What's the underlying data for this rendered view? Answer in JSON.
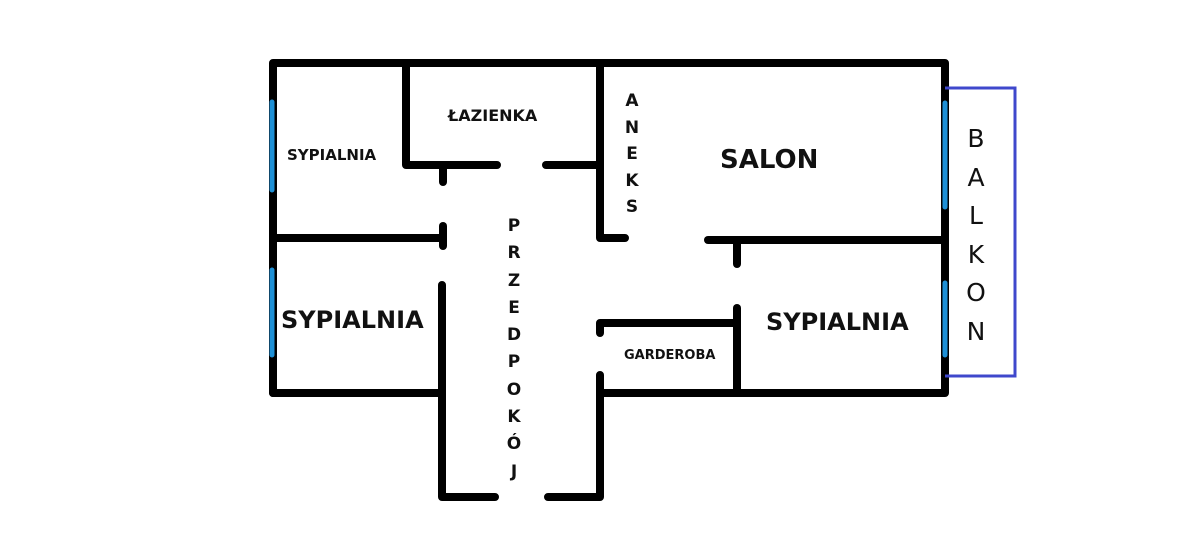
{
  "rooms": {
    "bedroom_top_left": "SYPIALNIA",
    "bathroom": "ŁAZIENKA",
    "kitchenette": "ANEKS",
    "living_room": "SALON",
    "bedroom_left": "SYPIALNIA",
    "hallway": "PRZEDPOKÓJ",
    "wardrobe": "GARDEROBA",
    "bedroom_right": "SYPIALNIA",
    "balcony": "BALKON"
  },
  "colors": {
    "wall": "#000000",
    "window": "#1e90d6",
    "balcony": "#3f48cc"
  }
}
